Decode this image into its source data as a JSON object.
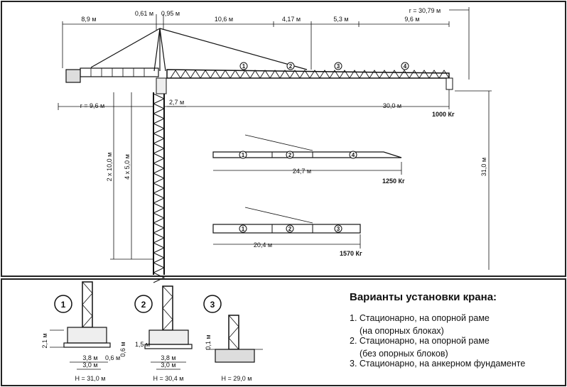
{
  "top_dims": {
    "d061": "0,61 м",
    "d095": "0,95 м",
    "r3079": "r = 30,79 м",
    "d89": "8,9 м",
    "d106": "10,6 м",
    "d417": "4,17 м",
    "d53": "5,3 м",
    "d96": "9,6 м",
    "r96": "r = 9,6 м",
    "d27": "2,7 м",
    "d300": "30,0 м",
    "load1000": "1000 Кг",
    "tower1": "2 x 10,0 м",
    "tower2": "4 x 5,0 м",
    "h31": "31,0 м",
    "d247": "24,7 м",
    "load1250": "1250 Кг",
    "d204": "20,4 м",
    "load1570": "1570 Кг"
  },
  "section_numbers": [
    "1",
    "2",
    "3",
    "4"
  ],
  "variants": [
    {
      "number": "1",
      "d21": "2,1 м",
      "d06": "0,6 м",
      "w38": "3,8 м",
      "w06b": "0,6 м",
      "w30": "3,0 м",
      "height": "Н = 31,0 м"
    },
    {
      "number": "2",
      "d15": "1,5 м",
      "w38": "3,8 м",
      "w30": "3,0 м",
      "height": "Н = 30,4 м"
    },
    {
      "number": "3",
      "d01": "0,1 м",
      "height": "Н = 29,0 м"
    }
  ],
  "legend": {
    "title": "Варианты установки крана:",
    "item1": "1. Стационарно, на опорной раме",
    "item1_sub": "(на опорных блоках)",
    "item2": "2. Стационарно, на опорной раме",
    "item2_sub": "(без опорных блоков)",
    "item3": "3. Стационарно, на анкерном фундаменте"
  }
}
